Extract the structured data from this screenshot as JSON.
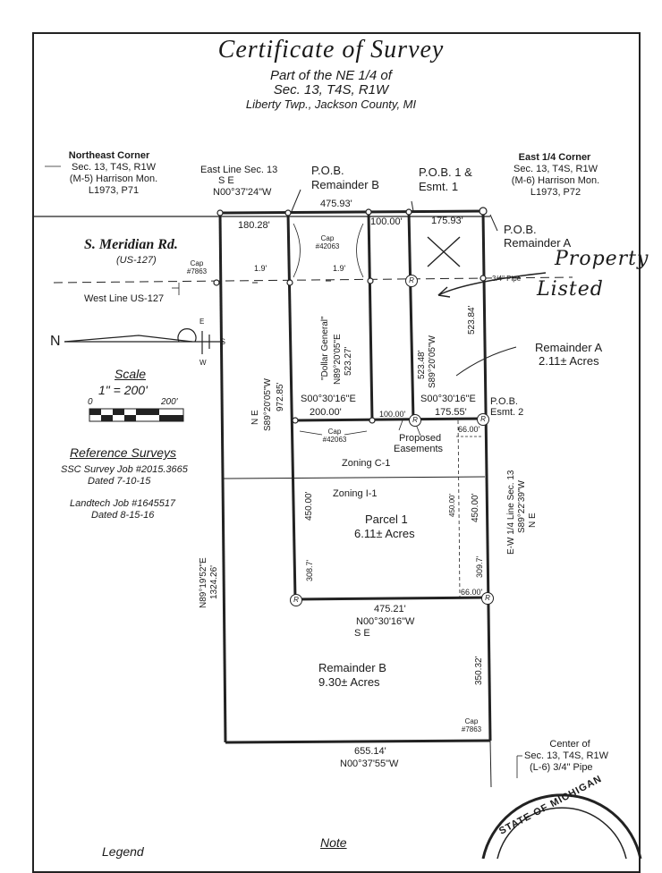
{
  "title": "Certificate of Survey",
  "subtitle_lines": [
    "Part of the NE 1/4 of",
    "Sec. 13, T4S, R1W",
    "Liberty Twp., Jackson County, MI"
  ],
  "corners": {
    "northeast": {
      "title": "Northeast Corner",
      "lines": [
        "Sec. 13, T4S, R1W",
        "(M-5) Harrison Mon.",
        "L1973, P71"
      ]
    },
    "east_quarter": {
      "title": "East 1/4 Corner",
      "lines": [
        "Sec. 13, T4S, R1W",
        "(M-6) Harrison Mon.",
        "L1973, P72"
      ]
    },
    "center": {
      "title": "Center of",
      "lines": [
        "Sec. 13, T4S, R1W",
        "(L-6) 3/4\" Pipe"
      ]
    }
  },
  "east_line": {
    "label": "East Line Sec. 13",
    "dir": "S          E",
    "bearing": "N00°37'24\"W"
  },
  "pob": {
    "remainder_b": [
      "P.O.B.",
      "Remainder B"
    ],
    "one_esmt": [
      "P.O.B. 1 &",
      "Esmt. 1"
    ],
    "remainder_a": [
      "P.O.B.",
      "Remainder A"
    ],
    "esmt2": [
      "P.O.B.",
      "Esmt. 2"
    ]
  },
  "road": {
    "name": "S. Meridian Rd.",
    "route": "(US-127)",
    "west_line": "West Line US-127",
    "cap": [
      "Cap",
      "#7863"
    ],
    "pipe": "3/4\" Pipe"
  },
  "dims": {
    "top_total": "475.93'",
    "top_left": "180.28'",
    "top_mid": "100.00'",
    "top_right": "175.93'",
    "offset1": "1.9'",
    "offset2": "1.9'",
    "cap_42063_top": [
      "Cap",
      "#42063"
    ],
    "dollar_general": "\"Dollar General\"",
    "dg_bearing": "N89°20'05\"E",
    "dg_length": "523.27'",
    "ra_len1": "523.48'",
    "ra_bearing": "S89°20'05\"W",
    "ra_len2": "523.84'",
    "west_bearing": "S89°20'05\"W",
    "west_dir": "N          E",
    "west_len": "972.85'",
    "s1_bearing": "S00°30'16\"E",
    "s1_len": "200.00'",
    "s2_len": "100.00'",
    "s3_bearing": "S00°30'16\"E",
    "s3_len": "175.55'",
    "cap_42063_bot": [
      "Cap",
      "#42063"
    ],
    "proposed": [
      "Proposed",
      "Easements"
    ],
    "d66a": "66.00'",
    "d66b": "66.00'",
    "ew_line": "E-W 1/4 Line Sec. 13",
    "ew_bearing": "S89°22'39\"W",
    "ew_dir": "N          E",
    "p1_w": "450.00'",
    "p1_w2": "308.7'",
    "p1_e1": "450.00'",
    "p1_e2": "309.7'",
    "p1_e3": "450.00'",
    "p1_bottom": "475.21'",
    "p1_bottom_bearing": "N00°30'16\"W",
    "p1_bottom_dir": "S          E",
    "rb_east": "350.32'",
    "rb_cap": [
      "Cap",
      "#7863"
    ],
    "bottom_len": "655.14'",
    "bottom_bearing": "N00°37'55\"W",
    "far_west_bearing": "N89°19'52\"E",
    "far_west_len": "1324.26'"
  },
  "zoning": {
    "c1": "Zoning C-1",
    "i1": "Zoning I-1"
  },
  "parcel1": {
    "name": "Parcel 1",
    "acres": "6.11± Acres"
  },
  "remainder_a": {
    "name": "Remainder A",
    "acres": "2.11± Acres"
  },
  "remainder_b": {
    "name": "Remainder B",
    "acres": "9.30± Acres"
  },
  "handwritten": [
    "Property",
    "Listed"
  ],
  "scale": {
    "title": "Scale",
    "ratio": "1\" = 200'",
    "zero": "0",
    "max": "200'"
  },
  "north": {
    "n": "N",
    "s": "S",
    "e": "E",
    "w": "W"
  },
  "reference": {
    "title": "Reference Surveys",
    "lines": [
      "SSC Survey Job #2015.3665",
      "Dated 7-10-15",
      "Landtech Job #1645517",
      "Dated 8-15-16"
    ]
  },
  "legend": "Legend",
  "note": "Note",
  "seal": "STATE OF MICHIGAN",
  "r_mark": "R"
}
